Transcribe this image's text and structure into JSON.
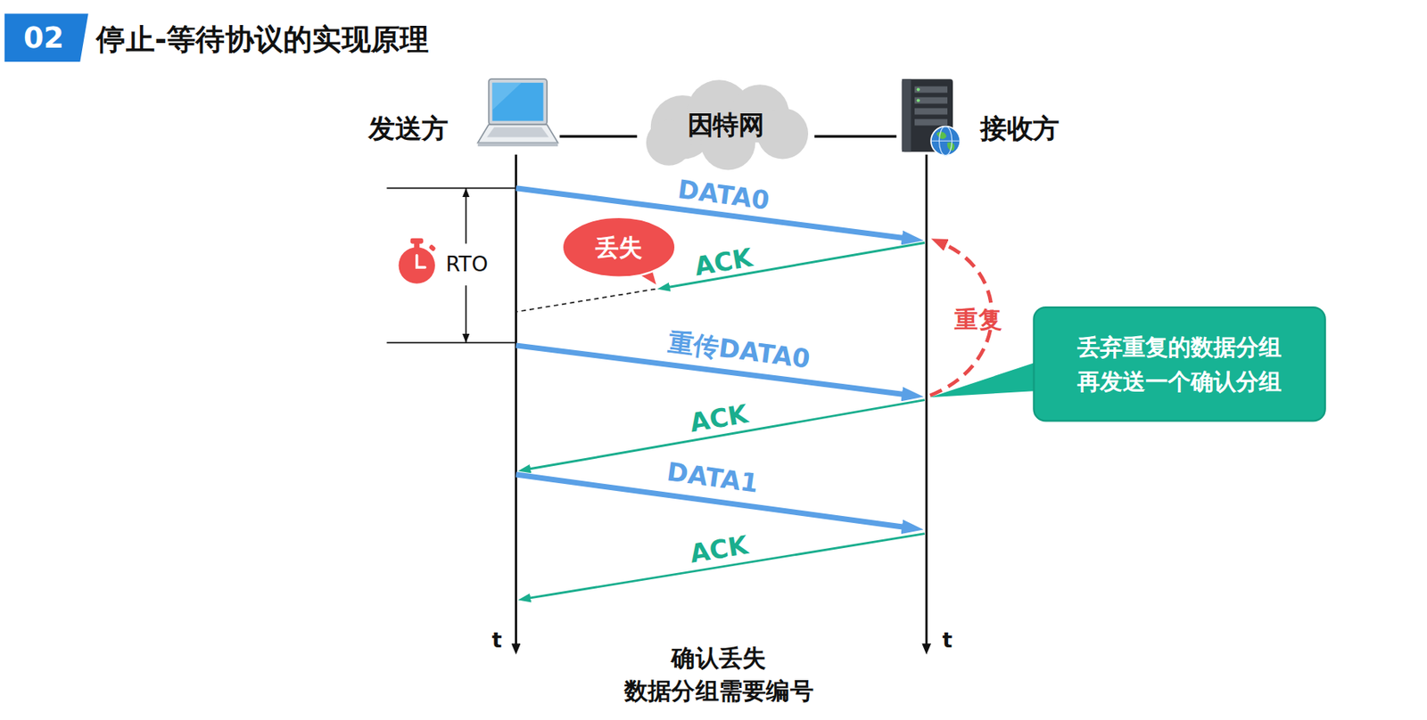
{
  "diagram": {
    "title": "停止-等待协议的实现原理",
    "caption": "确认丢失 数据分组需要编号",
    "nodes": [
      {
        "text": [
          "发送方"
        ]
      },
      {
        "text": [
          "因特网"
        ]
      },
      {
        "text": [
          "接收方"
        ]
      },
      {
        "text": [
          "丢失"
        ]
      },
      {
        "text": [
          "丢弃重复的数据分组 再发送一个确认分组"
        ]
      }
    ],
    "edges": [
      {
        "from": 0,
        "to": 1,
        "arrow": "none"
      },
      {
        "from": 1,
        "to": 2,
        "arrow": "none"
      }
    ],
    "labels": [
      "02",
      "DATA0",
      "ACK",
      "RTO",
      "重复",
      "重传DATA0",
      "ACK",
      "DATA1",
      "ACK",
      "t",
      "t"
    ]
  }
}
